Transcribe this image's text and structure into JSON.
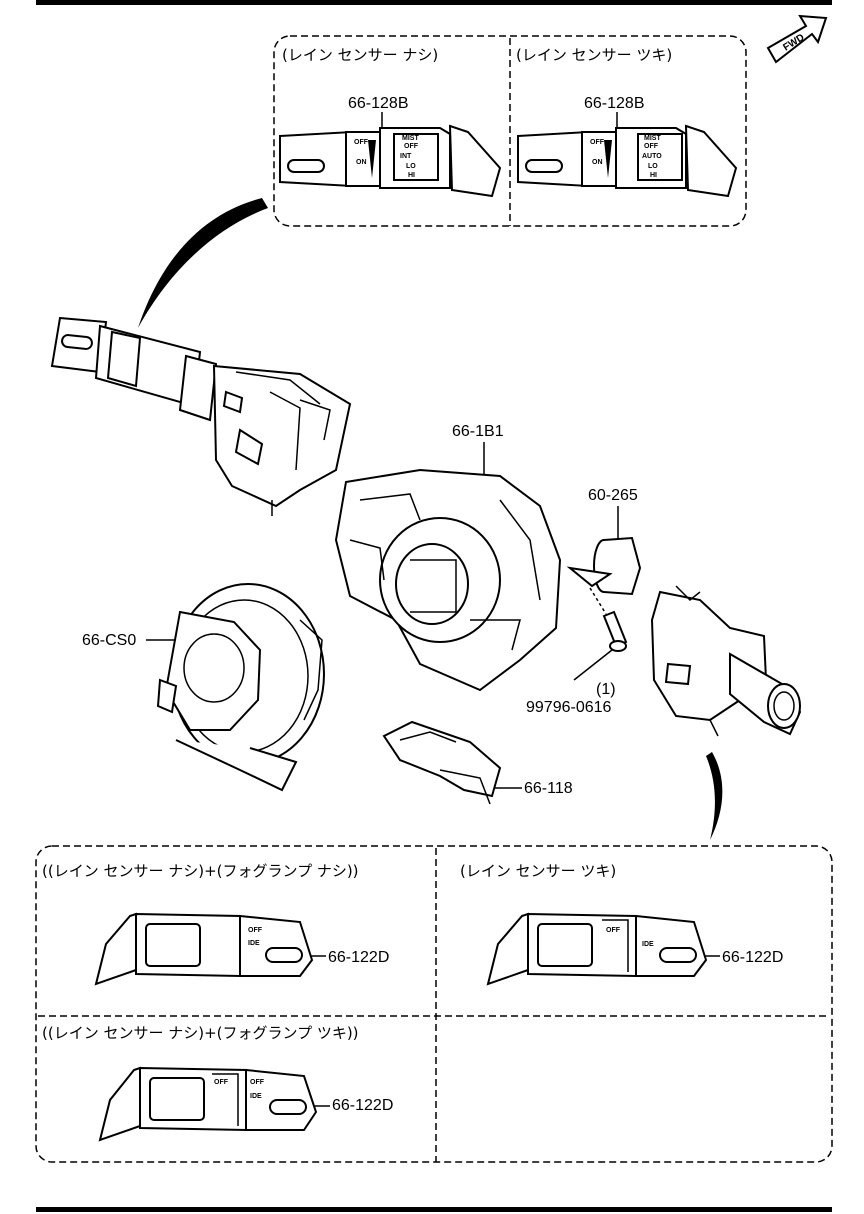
{
  "fwd_label": "FWD",
  "top_box": {
    "left_caption": "(レイン センサー ナシ)",
    "right_caption": "(レイン センサー ツキ)",
    "left_part": "66-128B",
    "right_part": "66-128B"
  },
  "parts": {
    "clock_spring_body": "66-1B1",
    "cap": "60-265",
    "clock_spring": "66-CS0",
    "screw": "99796-0616",
    "screw_qty": "(1)",
    "switch_module": "66-118"
  },
  "bottom_box": {
    "cell1_caption": "((レイン センサー ナシ)+(フォグランプ ナシ))",
    "cell2_caption": "(レイン センサー ツキ)",
    "cell3_caption": "((レイン センサー ナシ)+(フォグランプ ツキ))",
    "cell1_part": "66-122D",
    "cell2_part": "66-122D",
    "cell3_part": "66-122D"
  },
  "switch_marks": {
    "off": "OFF",
    "int": "INT",
    "on": "ON",
    "lo": "LO",
    "hi": "HI",
    "mist": "MIST",
    "auto": "AUTO",
    "ide": "IDE"
  }
}
